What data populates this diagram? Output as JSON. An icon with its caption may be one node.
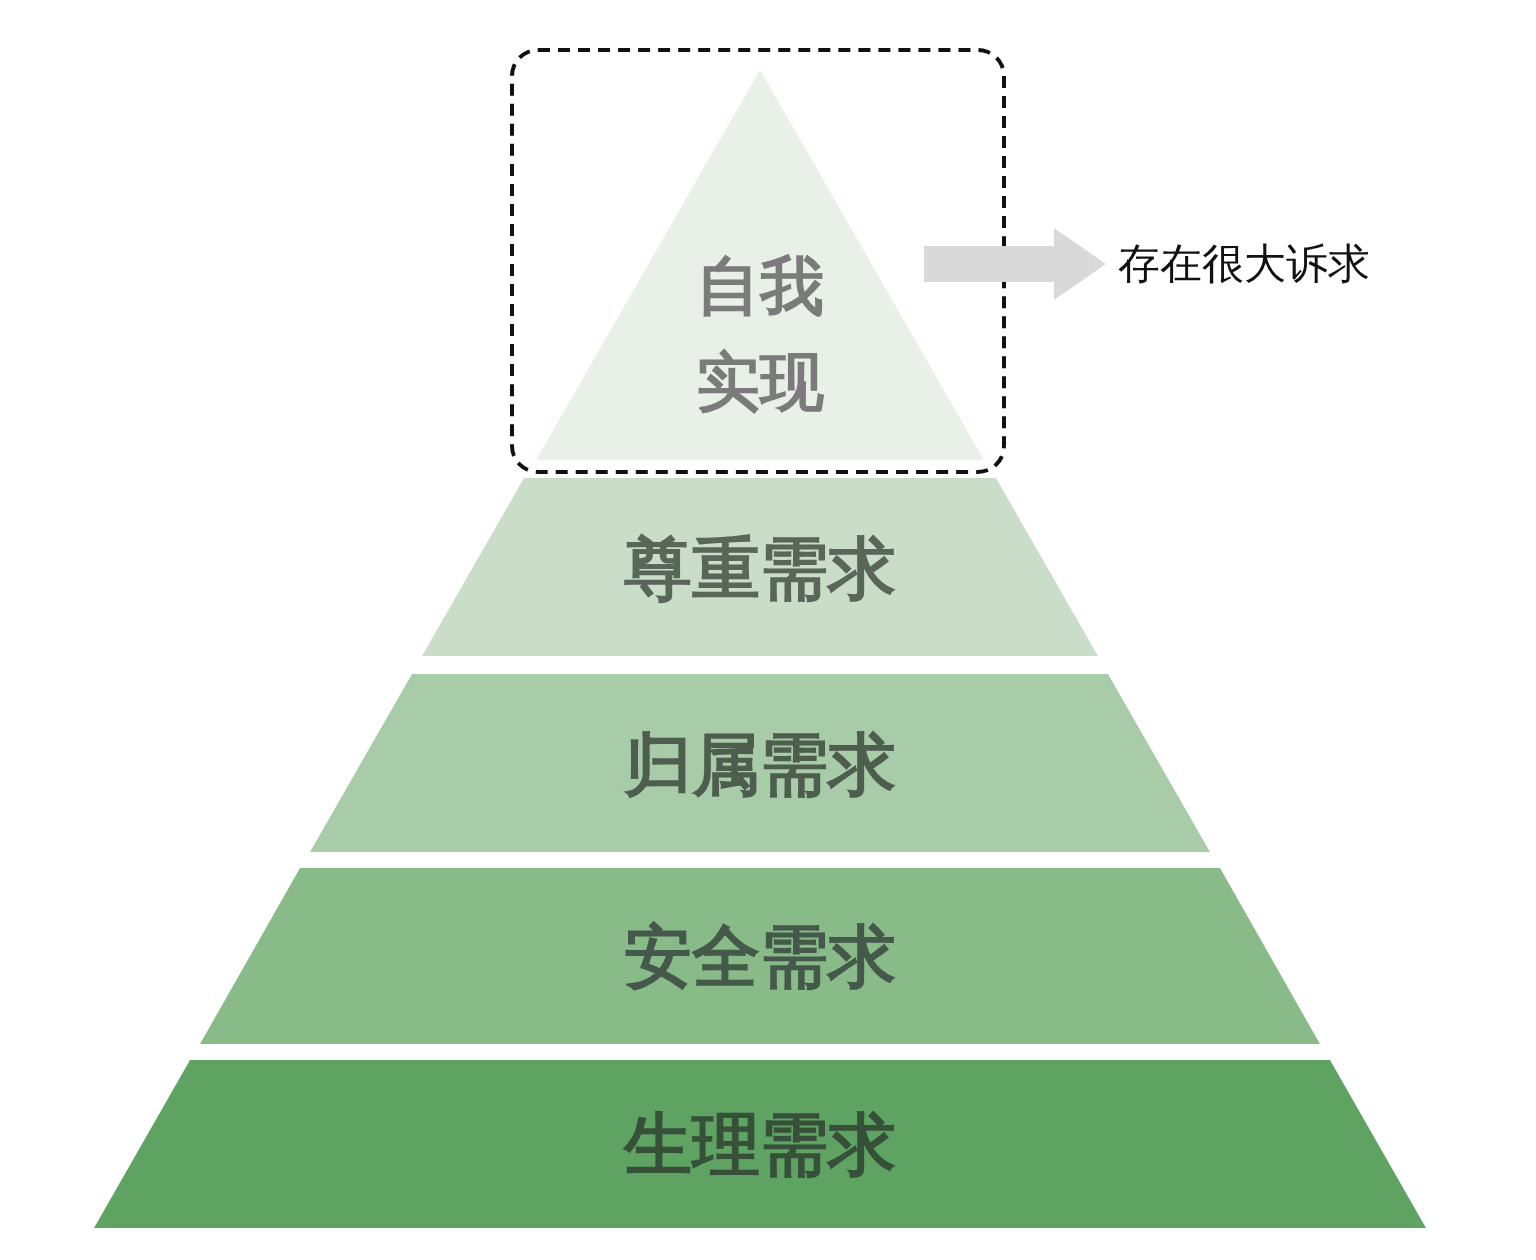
{
  "diagram": {
    "nodes": [
      {
        "text": [],
        "shape": "box"
      },
      {
        "text": [
          "自我实现"
        ],
        "in": 0
      },
      {
        "text": [
          "尊重需求"
        ]
      },
      {
        "text": [
          "归属需求"
        ]
      },
      {
        "text": [
          "安全需求"
        ]
      },
      {
        "text": [
          "生理需求"
        ]
      },
      {
        "text": [
          "存在很大诉求"
        ]
      }
    ],
    "edges": [
      {
        "from": 0,
        "to": 6,
        "arrow": "to",
        "style": "thick"
      }
    ]
  }
}
